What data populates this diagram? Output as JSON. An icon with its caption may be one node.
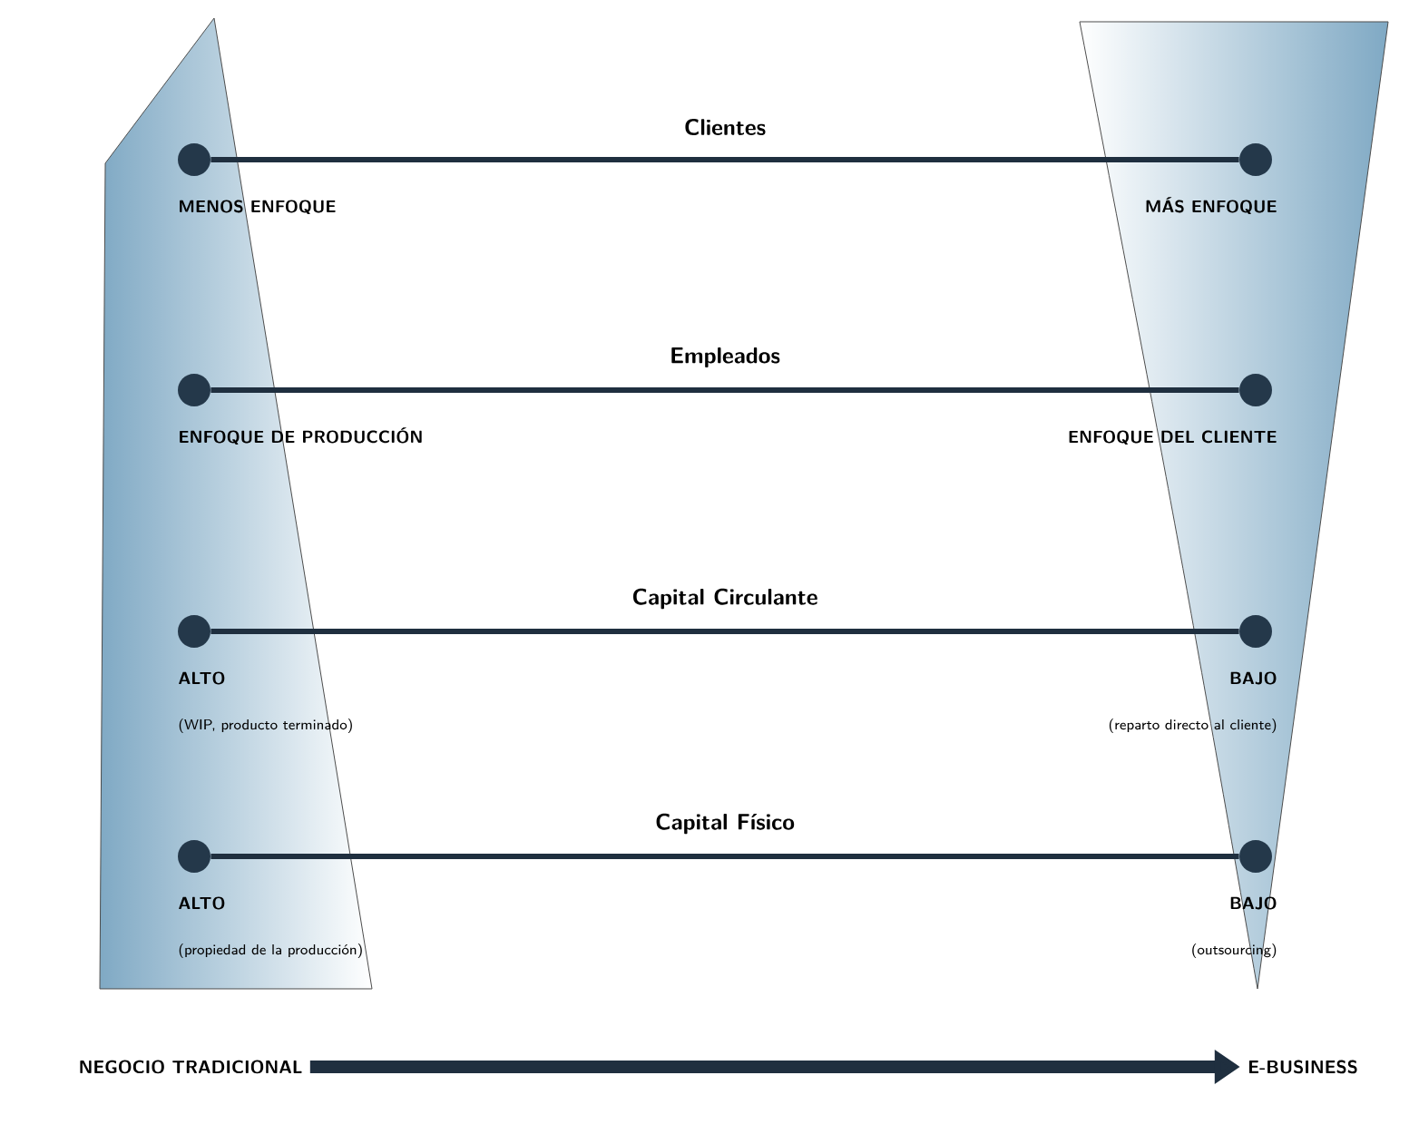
{
  "diagram": {
    "nodes": [
      {
        "text": [],
        "shape": "circle",
        "beside": [
          "MENOS ENFOQUE"
        ]
      },
      {
        "text": [],
        "shape": "circle",
        "beside": [
          "MÁS ENFOQUE"
        ]
      },
      {
        "text": [],
        "shape": "circle",
        "beside": [
          "ENFOQUE DE PRODUCCIÓN"
        ]
      },
      {
        "text": [],
        "shape": "circle",
        "beside": [
          "ENFOQUE DEL CLIENTE"
        ]
      },
      {
        "text": [],
        "shape": "circle",
        "beside": [
          "ALTO",
          "(WIP, producto terminado)"
        ]
      },
      {
        "text": [],
        "shape": "circle",
        "beside": [
          "BAJO",
          "(reparto directo al cliente)"
        ]
      },
      {
        "text": [],
        "shape": "circle",
        "beside": [
          "ALTO",
          "(propiedad de la producción)"
        ]
      },
      {
        "text": [],
        "shape": "circle",
        "beside": [
          "BAJO",
          "(outsourcing)"
        ]
      },
      {
        "text": [
          "NEGOCIO TRADICIONAL"
        ]
      },
      {
        "text": [
          "E-BUSINESS"
        ]
      }
    ],
    "edges": [
      {
        "from": 0,
        "to": 1,
        "arrow": "none",
        "label": "Clientes"
      },
      {
        "from": 2,
        "to": 3,
        "arrow": "none",
        "label": "Empleados"
      },
      {
        "from": 4,
        "to": 5,
        "arrow": "none",
        "label": "Capital Circulante"
      },
      {
        "from": 6,
        "to": 7,
        "arrow": "none",
        "label": "Capital Físico"
      },
      {
        "from": 8,
        "to": 9,
        "arrow": "to",
        "style": "thick"
      }
    ]
  }
}
